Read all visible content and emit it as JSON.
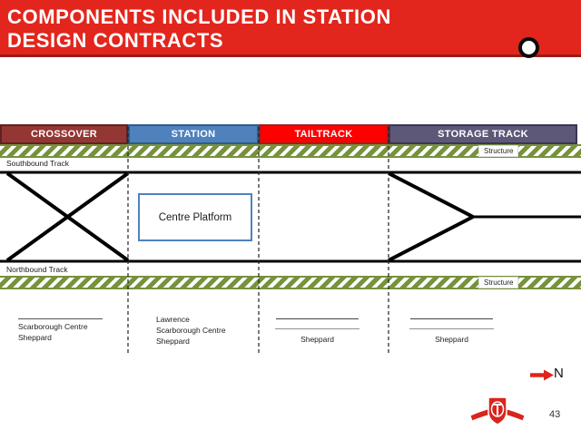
{
  "slide": {
    "title_lines": [
      "COMPONENTS INCLUDED IN STATION",
      "DESIGN CONTRACTS"
    ],
    "page_number": "43"
  },
  "legend_bars": [
    {
      "label": "CROSSOVER",
      "color": "#943634",
      "border": "#5E2321"
    },
    {
      "label": "STATION",
      "color": "#4F81BD",
      "border": "#2F5C8A"
    },
    {
      "label": "TAILTRACK",
      "color": "#FE0000",
      "border": "#9B2020"
    },
    {
      "label": "STORAGE TRACK",
      "color": "#5D5878",
      "border": "#3E3456"
    }
  ],
  "diagram": {
    "structure_top": "Structure",
    "structure_bottom": "Structure",
    "southbound_track": "Southbound Track",
    "northbound_track": "Northbound Track",
    "centre_platform": "Centre Platform",
    "north_label": "N",
    "station_groups": [
      {
        "lines": [
          "Scarborough Centre",
          "Sheppard"
        ]
      },
      {
        "lines": [
          "Lawrence",
          "Scarborough Centre",
          "Sheppard"
        ]
      },
      {
        "lines": [
          "Sheppard"
        ]
      },
      {
        "lines": [
          "Sheppard"
        ]
      }
    ]
  },
  "colors": {
    "banner_red": "#E2261D",
    "banner_border": "#9A1B14",
    "hatch_green": "#76923C",
    "track_black": "#000000",
    "platform_border": "#4F81BD",
    "north_arrow_red": "#E0241B",
    "ttc_logo_red": "#DA251D"
  }
}
